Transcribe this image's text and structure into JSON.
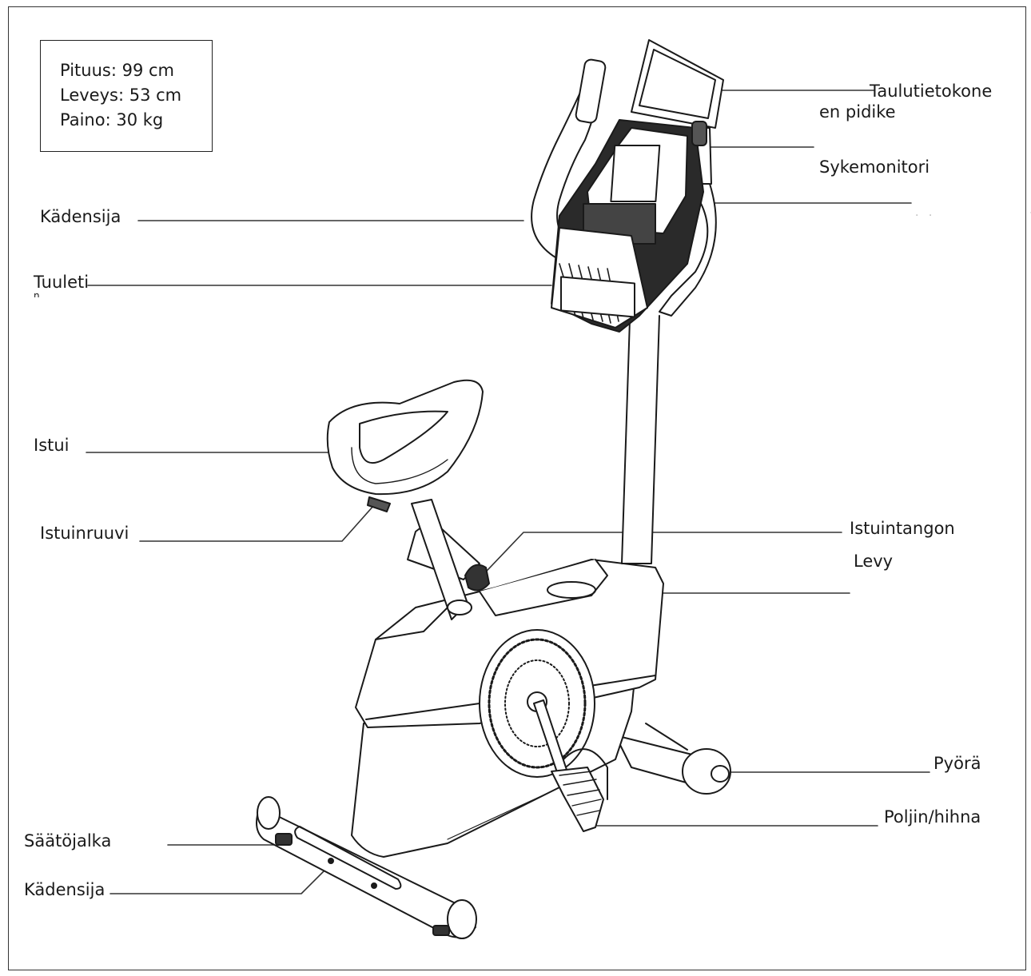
{
  "specs": {
    "length": "Pituus: 99 cm",
    "width": "Leveys: 53 cm",
    "weight": "Paino: 30 kg"
  },
  "labels": {
    "tablet_holder_line1": "Taulutietokone",
    "tablet_holder_line2": "en pidike",
    "heart_rate_monitor": "Sykemonitori",
    "handlebar_upper": "Kädensija",
    "fan": "Tuuleti",
    "fan_cut": "n",
    "seat": "Istui",
    "seat_screw": "Istuinruuvi",
    "seatpost_line1": "Istuintangon",
    "seatpost_line2": "Levy",
    "wheel": "Pyörä",
    "pedal_strap": "Poljin/hihna",
    "leveling_foot": "Säätöjalka",
    "handlebar_lower": "Kädensija"
  }
}
